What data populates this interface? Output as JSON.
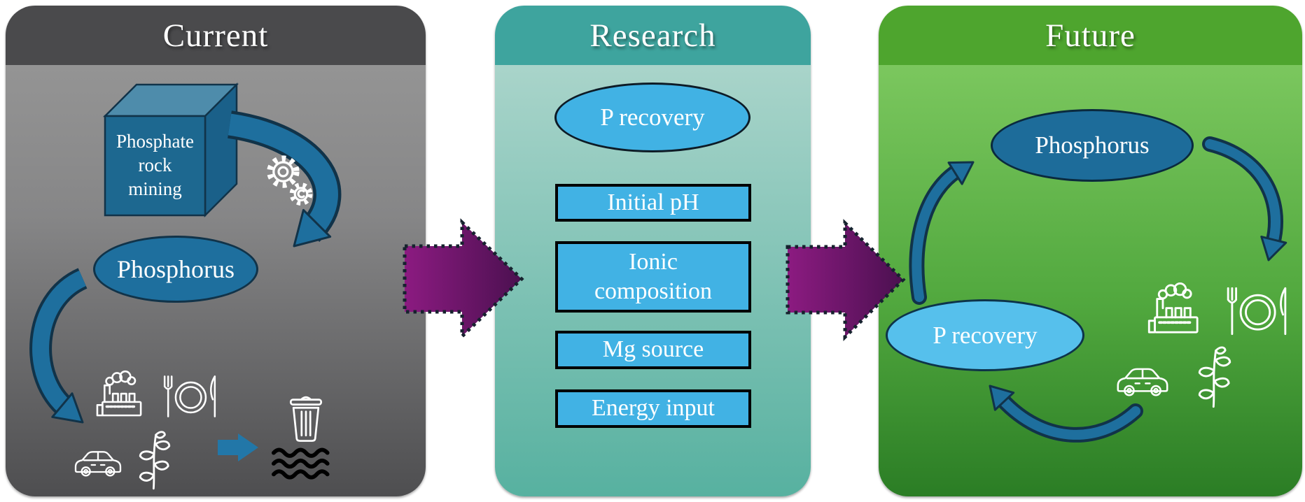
{
  "panels": {
    "current": {
      "title": "Current",
      "cube_lines": [
        "Phosphate",
        "rock",
        "mining"
      ],
      "ellipse_label": "Phosphorus"
    },
    "research": {
      "title": "Research",
      "ellipse_label": "P recovery",
      "boxes": [
        "Initial pH",
        "Ionic composition",
        "Mg source",
        "Energy input"
      ]
    },
    "future": {
      "title": "Future",
      "ellipse_top_label": "Phosphorus",
      "ellipse_bottom_label": "P recovery"
    }
  },
  "icons": {
    "current": [
      "gears-icon",
      "factory-icon",
      "meal-icon",
      "car-icon",
      "plant-icon",
      "trash-icon",
      "waves-icon"
    ],
    "future": [
      "factory-icon",
      "meal-icon",
      "car-icon",
      "plant-icon"
    ]
  },
  "colors": {
    "header_gray": "#4a4a4c",
    "body_gray_top": "#949494",
    "body_gray_bottom": "#4e4e50",
    "header_teal": "#3ea49e",
    "body_teal_top": "#a9d4ca",
    "body_teal_bottom": "#57b1a0",
    "header_green": "#4ea52e",
    "body_green_top": "#7bc75e",
    "body_green_bottom": "#2b7d25",
    "blue_shape": "#1e6f9e",
    "blue_outline": "#113349",
    "cube_top": "#4e8cab",
    "cube_side": "#1a6089",
    "lightblue_research": "#41b2e4",
    "lightblue_future": "#56c0ec",
    "purple_light": "#8c1b81",
    "purple_dark": "#4b1050",
    "dotted_border_navy": "#16222e",
    "icon_white": "#ffffff",
    "waves_black": "#000000"
  }
}
